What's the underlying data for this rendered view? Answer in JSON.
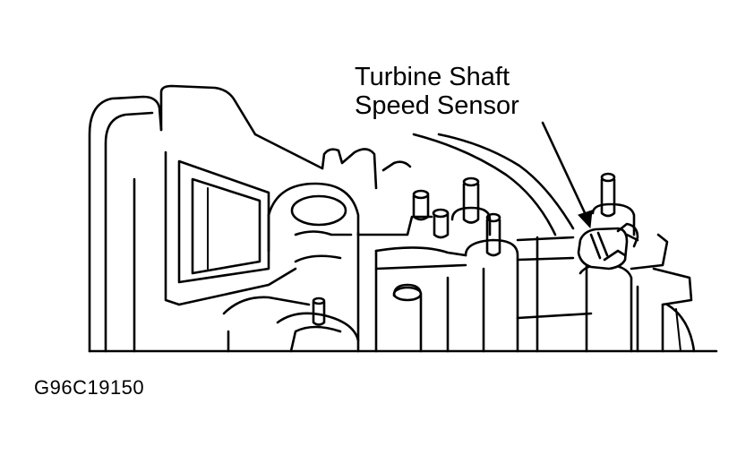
{
  "callout": {
    "line1": "Turbine Shaft",
    "line2": "Speed Sensor"
  },
  "figure_id": "G96C19150"
}
